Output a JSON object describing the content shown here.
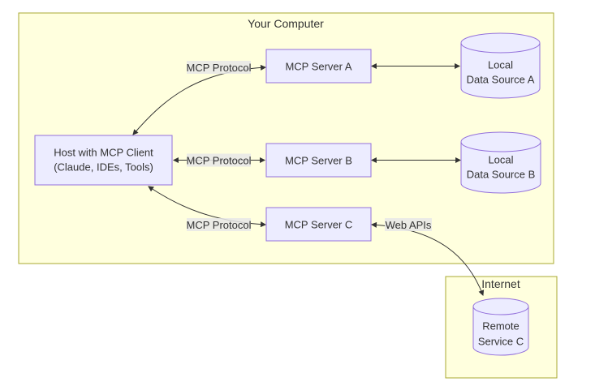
{
  "diagram": {
    "type": "flowchart",
    "clusters": {
      "your_computer": {
        "label": "Your Computer"
      },
      "internet": {
        "label": "Internet"
      }
    },
    "nodes": {
      "host": {
        "shape": "rect",
        "lines": [
          "Host with MCP Client",
          "(Claude, IDEs, Tools)"
        ]
      },
      "server_a": {
        "shape": "rect",
        "label": "MCP Server A"
      },
      "server_b": {
        "shape": "rect",
        "label": "MCP Server B"
      },
      "server_c": {
        "shape": "rect",
        "label": "MCP Server C"
      },
      "data_a": {
        "shape": "cylinder",
        "lines": [
          "Local",
          "Data Source A"
        ]
      },
      "data_b": {
        "shape": "cylinder",
        "lines": [
          "Local",
          "Data Source B"
        ]
      },
      "remote_c": {
        "shape": "cylinder",
        "lines": [
          "Remote",
          "Service C"
        ]
      }
    },
    "edges": [
      {
        "from": "host",
        "to": "server_a",
        "label": "MCP Protocol",
        "bidirectional": true
      },
      {
        "from": "host",
        "to": "server_b",
        "label": "MCP Protocol",
        "bidirectional": true
      },
      {
        "from": "host",
        "to": "server_c",
        "label": "MCP Protocol",
        "bidirectional": true
      },
      {
        "from": "server_a",
        "to": "data_a",
        "label": "",
        "bidirectional": true
      },
      {
        "from": "server_b",
        "to": "data_b",
        "label": "",
        "bidirectional": true
      },
      {
        "from": "server_c",
        "to": "remote_c",
        "label": "Web APIs",
        "bidirectional": true
      }
    ],
    "colors": {
      "cluster_fill": "#ffffde",
      "cluster_stroke": "#aaaa33",
      "node_fill": "#ECECFF",
      "node_stroke": "#9370DB",
      "edge_stroke": "#333333",
      "label_bg": "#e8e8e8",
      "text_color": "#333333"
    }
  }
}
